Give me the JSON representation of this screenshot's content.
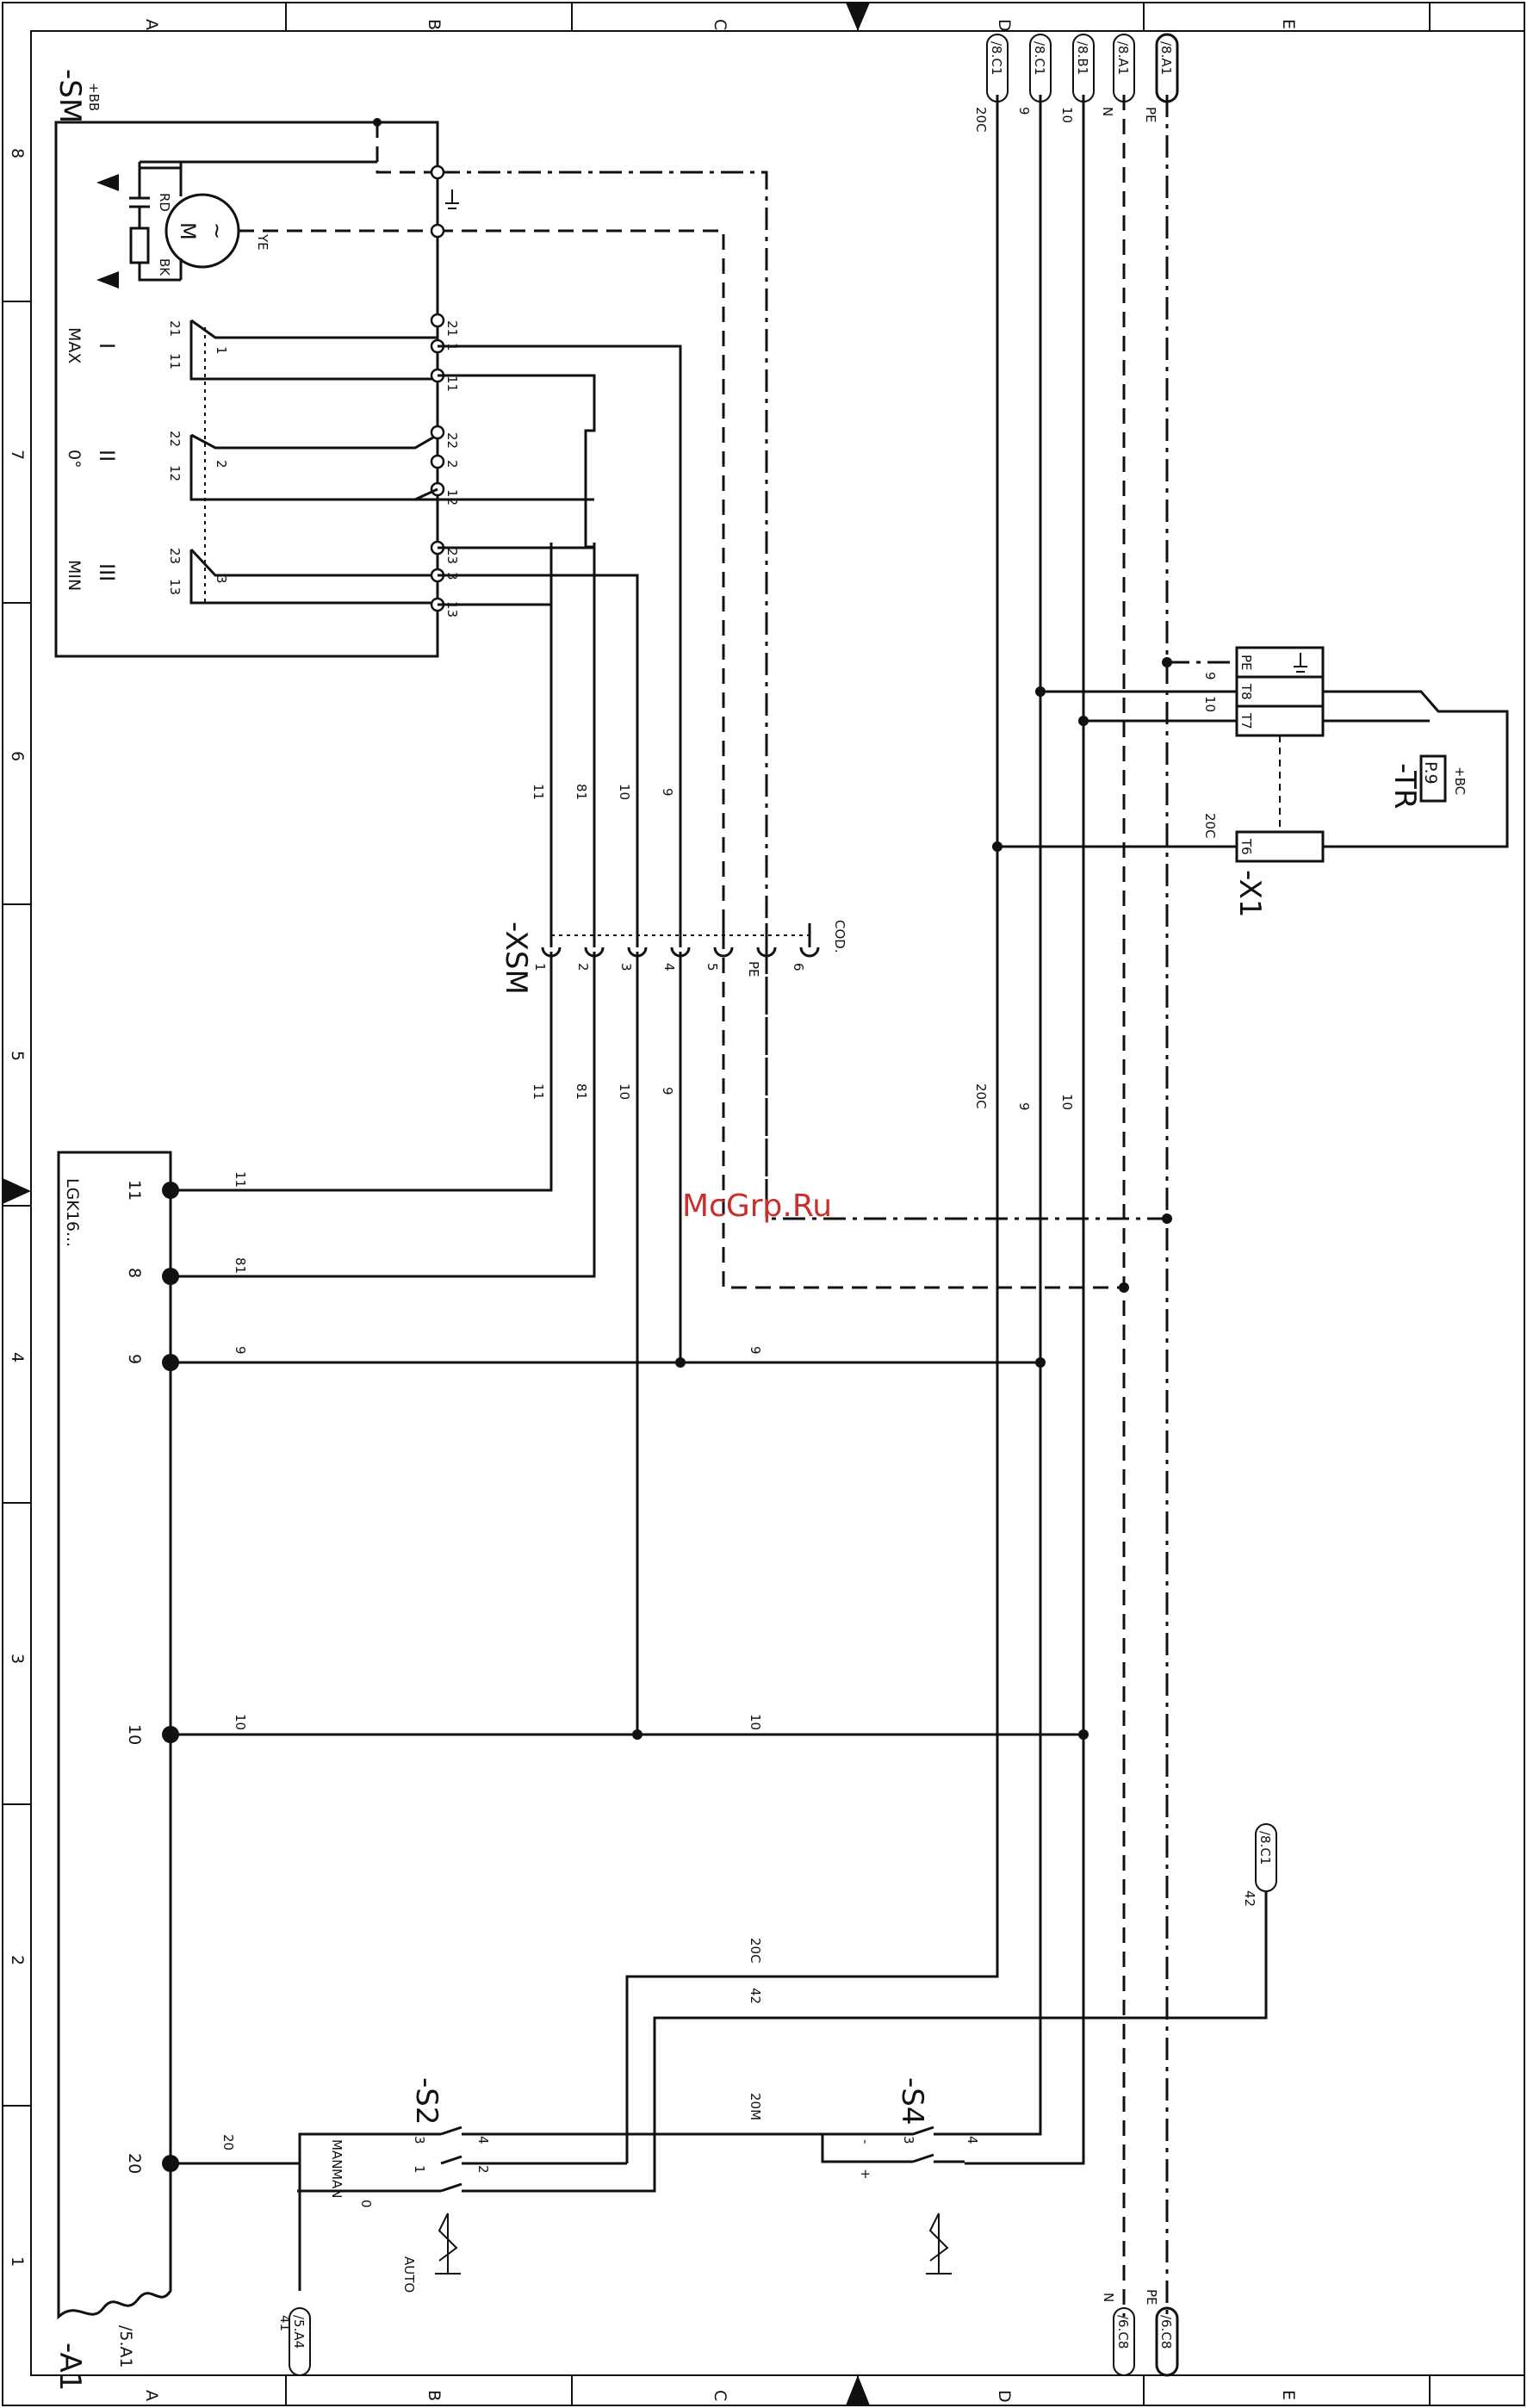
{
  "frame": {
    "columns": [
      "A",
      "B",
      "C",
      "D",
      "E"
    ],
    "rows": [
      "1",
      "2",
      "3",
      "4",
      "5",
      "6",
      "7",
      "8"
    ]
  },
  "watermark": "McGrp.Ru",
  "components": {
    "sm": {
      "tag": "-SM",
      "loc": "+BB",
      "motor_m": "M",
      "motor_tilde": "~",
      "rd": "RD",
      "bk": "BK",
      "ye": "YE",
      "switches": [
        {
          "name": "MAX",
          "roman": "I",
          "t1": "21",
          "t2": "11",
          "c": "1"
        },
        {
          "name": "0°",
          "roman": "II",
          "t1": "22",
          "t2": "12",
          "c": "2"
        },
        {
          "name": "MIN",
          "roman": "III",
          "t1": "23",
          "t2": "13",
          "c": "3"
        }
      ],
      "right_terms": [
        "21",
        "1",
        "11",
        "22",
        "2",
        "12",
        "23",
        "3",
        "13"
      ]
    },
    "xsm": {
      "tag": "-XSM",
      "pins": [
        "1",
        "2",
        "3",
        "4",
        "5",
        "PE",
        "6"
      ],
      "cod": "COD.",
      "wires_top": [
        "11",
        "81",
        "10",
        "9"
      ],
      "wires_bottom": [
        "11",
        "81",
        "10",
        "9"
      ]
    },
    "a1": {
      "tag": "-A1",
      "ref": "/5.A1",
      "model": "LGK16...",
      "pins": [
        "11",
        "8",
        "9",
        "10",
        "20"
      ]
    },
    "x1": {
      "tag": "-X1",
      "terms": [
        "PE",
        "T8",
        "T7",
        "T6"
      ]
    },
    "tr": {
      "tag": "-TR",
      "box": "P.9",
      "loc": "+BC"
    },
    "s2": {
      "tag": "-S2",
      "man": "MAN",
      "zero": "0",
      "auto": "AUTO",
      "t": [
        "3",
        "4",
        "1",
        "2"
      ]
    },
    "s4": {
      "tag": "-S4",
      "minus": "-",
      "plus": "+",
      "t": [
        "3",
        "4"
      ]
    }
  },
  "refs_top": [
    "/8.C1",
    "/8.C1",
    "/8.B1",
    "/8.A1",
    "/8.A1"
  ],
  "refs_bottom": [
    "/5.A4",
    "/6.C8",
    "/6.C8"
  ],
  "ref_42": "/8.C1",
  "wire_labels": {
    "top_col": [
      "20C",
      "9",
      "10",
      "N",
      "PE"
    ],
    "bottom_col": [
      "N",
      "PE"
    ],
    "mid_col": [
      "20C",
      "9",
      "10"
    ],
    "a1_lines": [
      "11",
      "81",
      "9",
      "10",
      "20"
    ],
    "right_lines": [
      "9",
      "10",
      "20C",
      "20C",
      "42",
      "20M",
      "42",
      "41"
    ]
  }
}
